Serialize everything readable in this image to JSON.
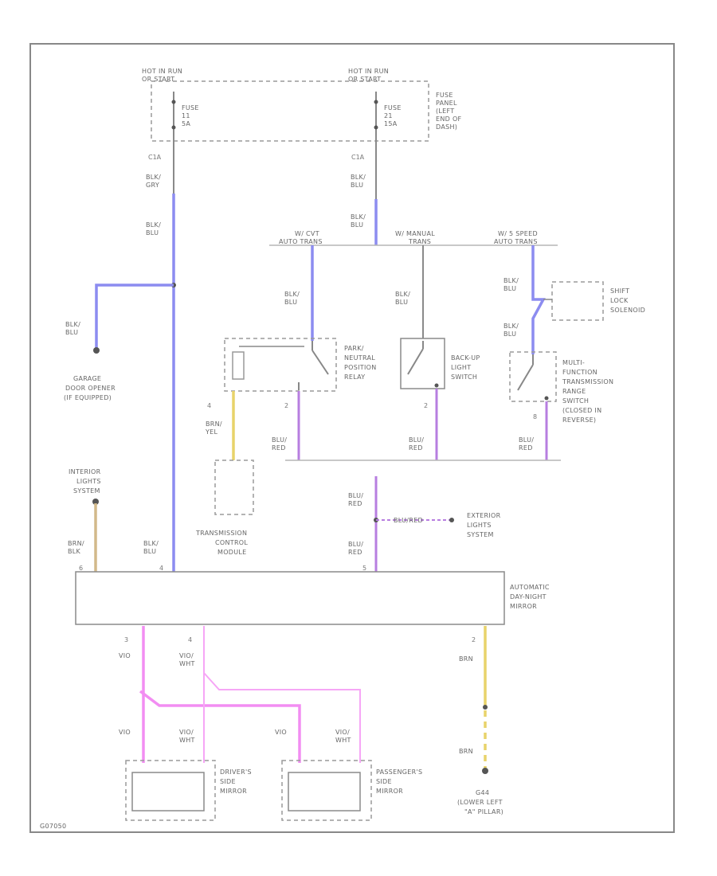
{
  "fuse_feed": {
    "left_hot": [
      "HOT IN RUN",
      "OR START"
    ],
    "right_hot": [
      "HOT IN RUN",
      "OR START"
    ],
    "fuse_left": [
      "FUSE",
      "11",
      "5A"
    ],
    "fuse_right": [
      "FUSE",
      "21",
      "15A"
    ],
    "fuse_panel": [
      "FUSE",
      "PANEL",
      "(LEFT",
      "END OF",
      "DASH)"
    ],
    "left_pin": "C1A",
    "left_wire_top": [
      "BLK/",
      "GRY"
    ],
    "left_wire_mid": [
      "BLK/",
      "BLU"
    ],
    "right_pin": "C1A",
    "right_wire_top": [
      "BLK/",
      "BLU"
    ],
    "right_wire_mid": [
      "BLK/",
      "BLU"
    ]
  },
  "branches": {
    "a": [
      "W/ CVT",
      "AUTO TRANS"
    ],
    "b": [
      "W/ MANUAL",
      "TRANS"
    ],
    "c": [
      "W/ 5 SPEED",
      "AUTO TRANS"
    ]
  },
  "garage": {
    "wire": [
      "BLK/",
      "BLU"
    ],
    "label": [
      "GARAGE",
      "DOOR OPENER",
      "(IF EQUIPPED)"
    ]
  },
  "park_neutral": {
    "wire_in": [
      "BLK/",
      "BLU"
    ],
    "label": [
      "PARK/",
      "NEUTRAL",
      "POSITION",
      "RELAY"
    ],
    "pin_left": "4",
    "pin_right": "2",
    "wire_out_left": [
      "BRN/",
      "YEL"
    ],
    "wire_out_right": [
      "BLU/",
      "RED"
    ]
  },
  "backup_switch": {
    "wire_in": [
      "BLK/",
      "BLU"
    ],
    "label": [
      "BACK-UP",
      "LIGHT",
      "SWITCH"
    ],
    "pin": "2",
    "wire_out": [
      "BLU/",
      "RED"
    ]
  },
  "shift_lock": {
    "wire_in": [
      "BLK/",
      "BLU"
    ],
    "label": [
      "SHIFT",
      "LOCK",
      "SOLENOID"
    ],
    "wire_mid": [
      "BLK/",
      "BLU"
    ]
  },
  "multi_function": {
    "label": [
      "MULTI-",
      "FUNCTION",
      "TRANSMISSION",
      "RANGE",
      "SWITCH",
      "(CLOSED IN",
      "REVERSE)"
    ],
    "pin": "8",
    "wire_out": [
      "BLU/",
      "RED"
    ]
  },
  "tcm": {
    "label": [
      "TRANSMISSION",
      "CONTROL",
      "MODULE"
    ]
  },
  "exterior_left": {
    "label": [
      "INTERIOR",
      "LIGHTS",
      "SYSTEM"
    ],
    "wire": [
      "BRN/",
      "BLK"
    ]
  },
  "reverse_bus": {
    "wire_top": [
      "BLU/",
      "RED"
    ],
    "wire_bottom": [
      "BLU/",
      "RED"
    ],
    "splice_wire": "BLU/RED",
    "ext_label": [
      "EXTERIOR",
      "LIGHTS",
      "SYSTEM"
    ]
  },
  "mirror": {
    "label": [
      "AUTOMATIC",
      "DAY-NIGHT",
      "MIRROR"
    ],
    "pins_top": [
      "6",
      "4",
      "5"
    ],
    "power_wire": [
      "BLK/",
      "BLU"
    ],
    "pins_bottom": [
      "3",
      "4",
      "2"
    ],
    "left_wire": [
      "VIO"
    ],
    "left_wire2": [
      "VIO/",
      "WHT"
    ],
    "ground_wire": [
      "BRN"
    ],
    "ground_wire2": [
      "BRN"
    ]
  },
  "drivers_mirror": {
    "wire_a": [
      "VIO"
    ],
    "wire_b": [
      "VIO/",
      "WHT"
    ],
    "label": [
      "DRIVER'S",
      "SIDE",
      "MIRROR"
    ]
  },
  "pass_mirror": {
    "wire_a": [
      "VIO"
    ],
    "wire_b": [
      "VIO/",
      "WHT"
    ],
    "label": [
      "PASSENGER'S",
      "SIDE",
      "MIRROR"
    ]
  },
  "ground": {
    "label": [
      "G44",
      "(LOWER LEFT",
      "\"A\" PILLAR)"
    ]
  },
  "figure_code": "G07050"
}
